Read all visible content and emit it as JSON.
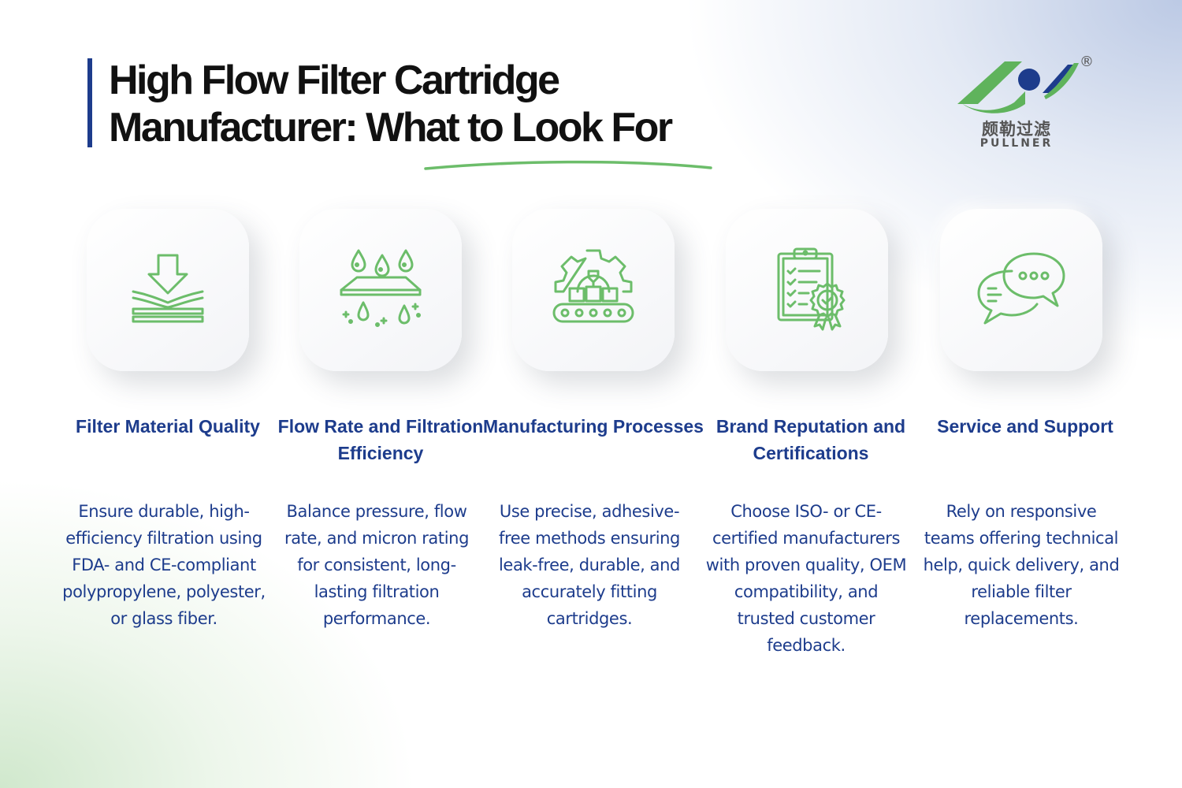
{
  "header": {
    "title_line1": "High Flow Filter Cartridge",
    "title_line2": "Manufacturer: What to Look For"
  },
  "logo": {
    "chinese": "颇勒过滤",
    "english": "PULLNER",
    "registered": "®"
  },
  "colors": {
    "accent_blue": "#1d3c8c",
    "icon_green": "#6cbd6a",
    "logo_green": "#5fb35c"
  },
  "columns": [
    {
      "icon": "filter-layers-icon",
      "title": "Filter Material Quality",
      "description": "Ensure durable, high-efficiency filtration using FDA- and CE-compliant polypropylene, polyester, or glass fiber."
    },
    {
      "icon": "water-drops-filtration-icon",
      "title": "Flow Rate and Filtration Efficiency",
      "description": "Balance pressure, flow rate, and micron rating for consistent, long-lasting filtration performance."
    },
    {
      "icon": "gear-conveyor-icon",
      "title": "Manufacturing Processes",
      "description": "Use precise, adhesive-free methods ensuring leak-free, durable, and accurately fitting cartridges."
    },
    {
      "icon": "clipboard-certificate-icon",
      "title": "Brand Reputation and Certifications",
      "description": "Choose ISO- or CE-certified manufacturers with proven quality, OEM compatibility, and trusted customer feedback."
    },
    {
      "icon": "chat-bubbles-icon",
      "title": "Service and Support",
      "description": "Rely on responsive teams offering technical help, quick delivery, and reliable filter replacements."
    }
  ]
}
